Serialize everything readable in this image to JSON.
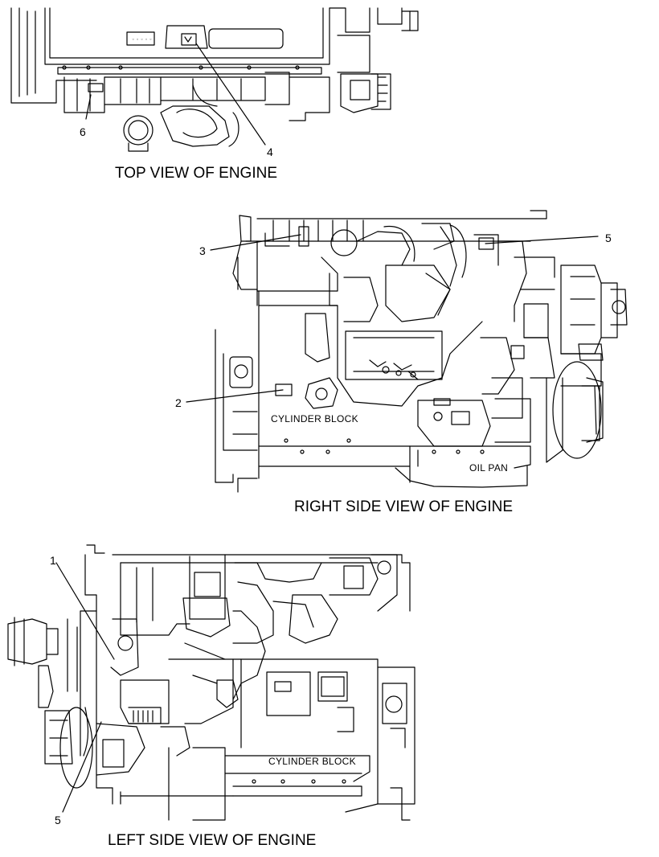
{
  "captions": {
    "top": "TOP VIEW OF ENGINE",
    "right": "RIGHT SIDE VIEW OF ENGINE",
    "left": "LEFT SIDE VIEW OF ENGINE"
  },
  "labels": {
    "cylinder_block_right": "CYLINDER BLOCK",
    "oil_pan": "OIL PAN",
    "cylinder_block_left": "CYLINDER BLOCK"
  },
  "callouts": {
    "top_6": "6",
    "top_4": "4",
    "right_3": "3",
    "right_5": "5",
    "right_2": "2",
    "left_1": "1",
    "left_5": "5"
  }
}
